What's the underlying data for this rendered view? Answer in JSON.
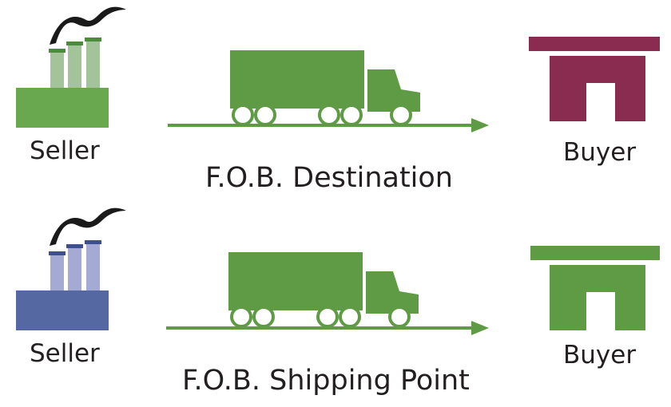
{
  "rows": [
    {
      "seller_label": "Seller",
      "buyer_label": "Buyer",
      "term_label": "F.O.B. Destination",
      "colors": {
        "factory_base": "#6aa84f",
        "chimney": "#a3c49a",
        "chimney_cap": "#4b8b3b",
        "smoke": "#1a1a1a",
        "truck": "#5f9a44",
        "arrow": "#5f9a44",
        "buyer_building": "#8a2c4f"
      },
      "icons": {
        "seller": "factory-icon",
        "transport": "truck-icon",
        "buyer": "store-icon"
      }
    },
    {
      "seller_label": "Seller",
      "buyer_label": "Buyer",
      "term_label": "F.O.B. Shipping Point",
      "colors": {
        "factory_base": "#5668a2",
        "chimney": "#a4aad3",
        "chimney_cap": "#3d4f8e",
        "smoke": "#1a1a1a",
        "truck": "#5f9a44",
        "arrow": "#5f9a44",
        "buyer_building": "#5f9a44"
      },
      "icons": {
        "seller": "factory-icon",
        "transport": "truck-icon",
        "buyer": "store-icon"
      }
    }
  ]
}
